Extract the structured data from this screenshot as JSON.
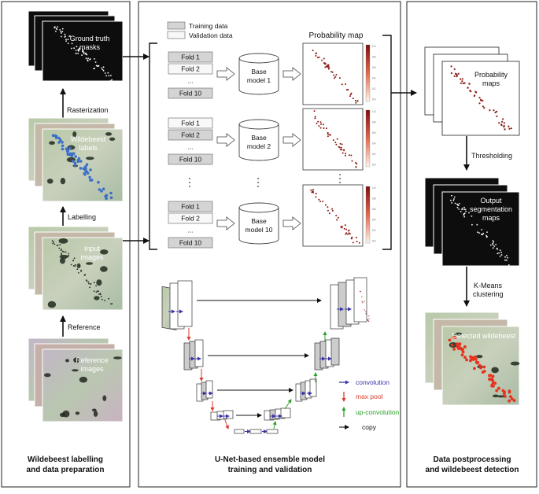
{
  "panels": {
    "left": {
      "title_line1": "Wildebeest labelling",
      "title_line2": "and data preparation",
      "stacks": {
        "ground_truth": {
          "line1": "Ground truth",
          "line2": "masks"
        },
        "wildebeest_labels": {
          "line1": "Wildebeest",
          "line2": "labels"
        },
        "input_images": {
          "line1": "Input",
          "line2": "images"
        },
        "reference_images": {
          "line1": "Reference",
          "line2": "images"
        }
      },
      "arrows": {
        "rasterization": "Rasterization",
        "labelling": "Labelling",
        "reference": "Reference"
      }
    },
    "middle": {
      "title_line1": "U-Net-based ensemble model",
      "title_line2": "training and validation",
      "legend": {
        "training": "Training data",
        "validation": "Validation data"
      },
      "probability_map_title": "Probability map",
      "folds": {
        "fold1": "Fold 1",
        "fold2": "Fold 2",
        "ellipsis": "...",
        "fold10": "Fold 10"
      },
      "models": [
        {
          "line1": "Base",
          "line2": "model 1"
        },
        {
          "line1": "Base",
          "line2": "model 2"
        },
        {
          "line1": "Base",
          "line2": "model 10"
        }
      ],
      "colorbar_ticks": [
        "1.0",
        "0.8",
        "0.6",
        "0.4",
        "0.2",
        "0.0"
      ],
      "unet_legend": {
        "convolution": "convolution",
        "max_pool": "max pool",
        "up_convolution": "up-convolution",
        "copy": "copy"
      }
    },
    "right": {
      "title_line1": "Data postprocessing",
      "title_line2": "and wildebeest detection",
      "stacks": {
        "probability_maps": {
          "line1": "Probability",
          "line2": "maps"
        },
        "output_maps": {
          "line1": "Output",
          "line2": "segmentation",
          "line3": "maps"
        },
        "detected": {
          "line1": "Detected wildebeest"
        }
      },
      "arrows": {
        "thresholding": "Thresholding",
        "kmeans_line1": "K-Means",
        "kmeans_line2": "clustering"
      }
    }
  },
  "colors": {
    "conv_arrow": "#3a33a8",
    "maxpool_arrow": "#d93a2b",
    "upconv_arrow": "#2aa02a",
    "copy_arrow": "#111111",
    "label_blue": "#3d6fc7",
    "detect_red": "#e8321f",
    "prob_dark": "#8c1a12",
    "training_fill": "#d4d4d4",
    "validation_fill": "#f8f8f8"
  }
}
